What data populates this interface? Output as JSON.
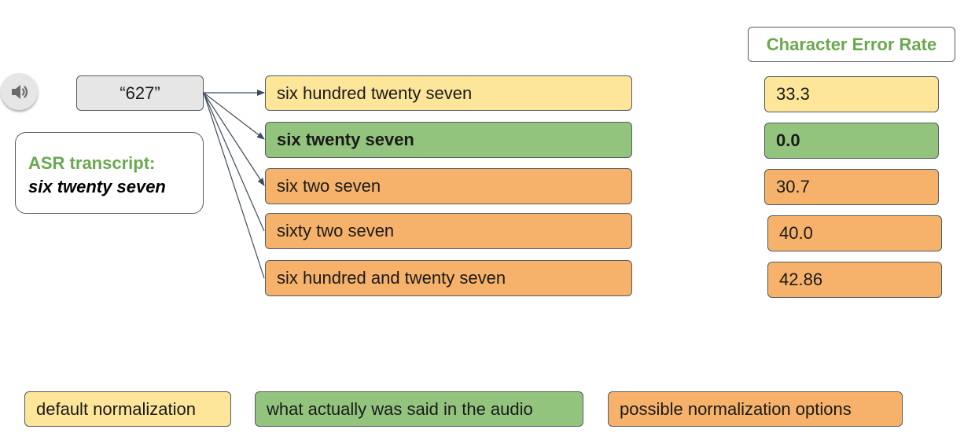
{
  "audio": {
    "icon": "speaker-icon"
  },
  "number": "“627”",
  "asr": {
    "label": "ASR transcript:",
    "transcript": "six twenty seven"
  },
  "options": [
    {
      "text": "six hundred twenty seven",
      "kind": "default"
    },
    {
      "text": "six twenty seven",
      "kind": "actual"
    },
    {
      "text": "six two seven",
      "kind": "possible"
    },
    {
      "text": "sixty two seven",
      "kind": "possible"
    },
    {
      "text": "six hundred and twenty seven",
      "kind": "possible"
    }
  ],
  "cer": {
    "header": "Character Error Rate",
    "values": [
      "33.3",
      "0.0",
      "30.7",
      "40.0",
      "42.86"
    ]
  },
  "legend": {
    "default": "default normalization",
    "actual": "what actually was said in the audio",
    "possible": "possible normalization options"
  },
  "colors": {
    "default": "#fde59a",
    "actual": "#93c47d",
    "possible": "#f6b26b",
    "accent_text": "#6aa84f",
    "arrow": "#3d4b5c"
  }
}
